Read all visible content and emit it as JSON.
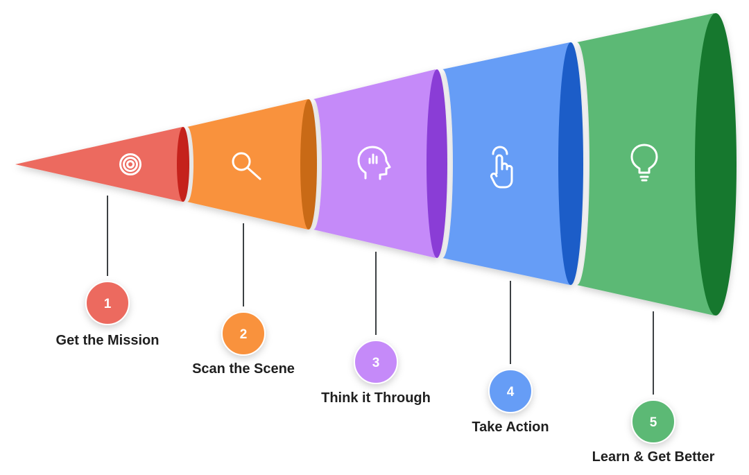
{
  "diagram": {
    "steps": [
      {
        "number": "1",
        "label": "Get the Mission",
        "icon": "target-icon",
        "colors": {
          "face": "#ec6a5e",
          "rim": "#c5221f",
          "marker": "#ec6a5e"
        }
      },
      {
        "number": "2",
        "label": "Scan the Scene",
        "icon": "search-icon",
        "colors": {
          "face": "#f9923e",
          "rim": "#c96a12",
          "marker": "#f9923e"
        }
      },
      {
        "number": "3",
        "label": "Think it Through",
        "icon": "thinking-head-icon",
        "colors": {
          "face": "#c58af9",
          "rim": "#8a3ed6",
          "marker": "#c58af9"
        }
      },
      {
        "number": "4",
        "label": "Take Action",
        "icon": "tap-hand-icon",
        "colors": {
          "face": "#669df6",
          "rim": "#1a5dc8",
          "marker": "#669df6"
        }
      },
      {
        "number": "5",
        "label": "Learn & Get Better",
        "icon": "lightbulb-icon",
        "colors": {
          "face": "#5bb974",
          "rim": "#16782f",
          "marker": "#5bb974"
        }
      }
    ],
    "connector_color": "#3c4043",
    "label_color": "#1f1f1f"
  }
}
